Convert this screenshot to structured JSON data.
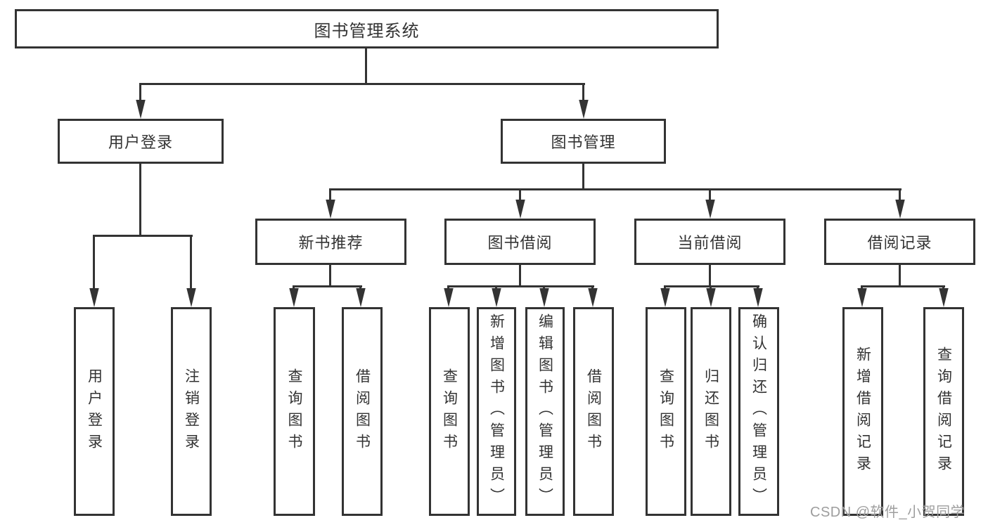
{
  "diagram": {
    "tree": {
      "root": {
        "label": "图书管理系统",
        "children": [
          {
            "label": "用户登录",
            "children": [
              {
                "label": "用户登录"
              },
              {
                "label": "注销登录"
              }
            ]
          },
          {
            "label": "图书管理",
            "children": [
              {
                "label": "新书推荐",
                "children": [
                  {
                    "label": "查询图书"
                  },
                  {
                    "label": "借阅图书"
                  }
                ]
              },
              {
                "label": "图书借阅",
                "children": [
                  {
                    "label": "查询图书"
                  },
                  {
                    "label": "新增图书（管理员）"
                  },
                  {
                    "label": "编辑图书（管理员）"
                  },
                  {
                    "label": "借阅图书"
                  }
                ]
              },
              {
                "label": "当前借阅",
                "children": [
                  {
                    "label": "查询图书"
                  },
                  {
                    "label": "归还图书"
                  },
                  {
                    "label": "确认归还（管理员）"
                  }
                ]
              },
              {
                "label": "借阅记录",
                "children": [
                  {
                    "label": "新增借阅记录"
                  },
                  {
                    "label": "查询借阅记录"
                  }
                ]
              }
            ]
          }
        ]
      }
    },
    "colors": {
      "line": "#333333",
      "text": "#333333",
      "box_background": "#ffffff",
      "watermark": "#9e9e9e",
      "page_background": "#ffffff"
    }
  },
  "watermark": {
    "text": "CSDN @软件_小贺同学"
  }
}
